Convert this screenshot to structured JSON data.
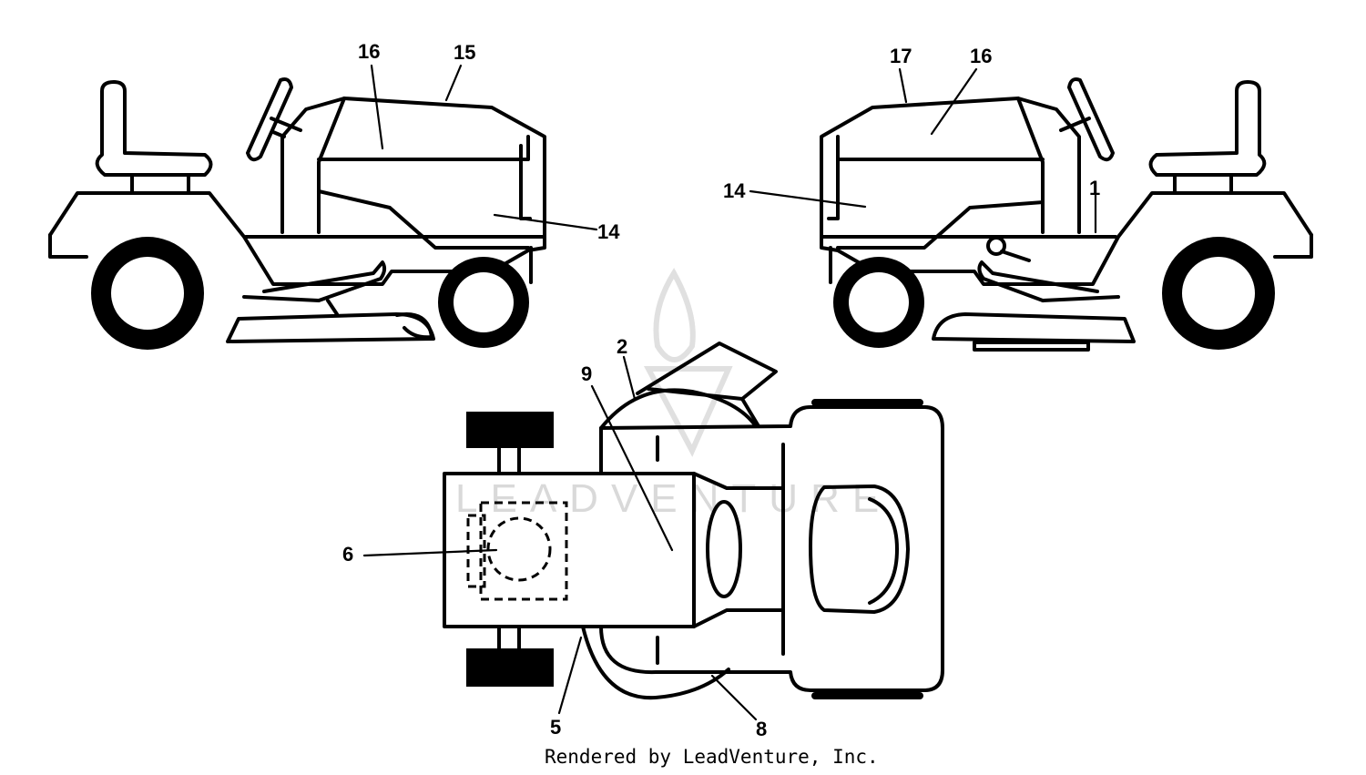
{
  "callouts": {
    "c16_left": "16",
    "c15": "15",
    "c14_left": "14",
    "c17": "17",
    "c16_right": "16",
    "c14_right": "14",
    "c1": "1",
    "c2": "2",
    "c9": "9",
    "c6": "6",
    "c5": "5",
    "c8": "8"
  },
  "watermark": {
    "text": "LEADVENTURE"
  },
  "footer": {
    "credit": "Rendered by LeadVenture, Inc."
  }
}
